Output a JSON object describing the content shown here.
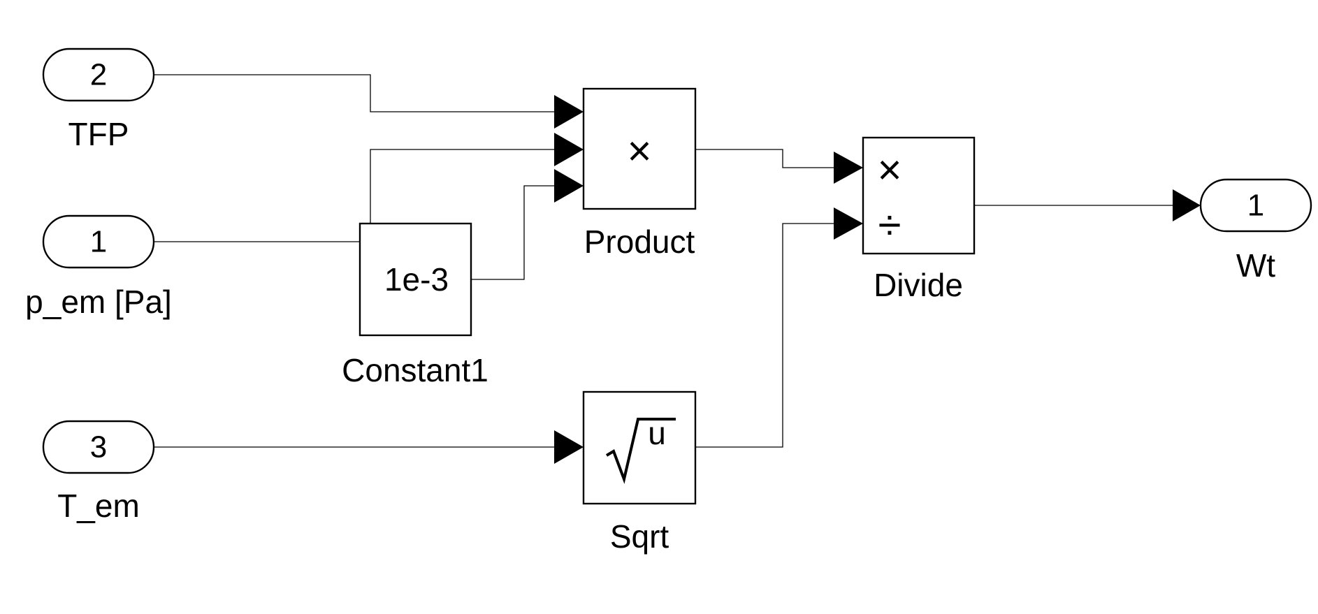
{
  "inports": [
    {
      "id": "tfp",
      "number": "2",
      "label": "TFP"
    },
    {
      "id": "pem",
      "number": "1",
      "label": "p_em [Pa]"
    },
    {
      "id": "tem",
      "number": "3",
      "label": "T_em"
    }
  ],
  "outports": [
    {
      "id": "wt",
      "number": "1",
      "label": "Wt"
    }
  ],
  "blocks": {
    "constant": {
      "label": "Constant1",
      "value": "1e-3"
    },
    "product": {
      "label": "Product",
      "symbol": "×"
    },
    "divide": {
      "label": "Divide",
      "multiply_symbol": "×",
      "divide_symbol": "÷"
    },
    "sqrt": {
      "label": "Sqrt",
      "symbol": "u"
    }
  }
}
